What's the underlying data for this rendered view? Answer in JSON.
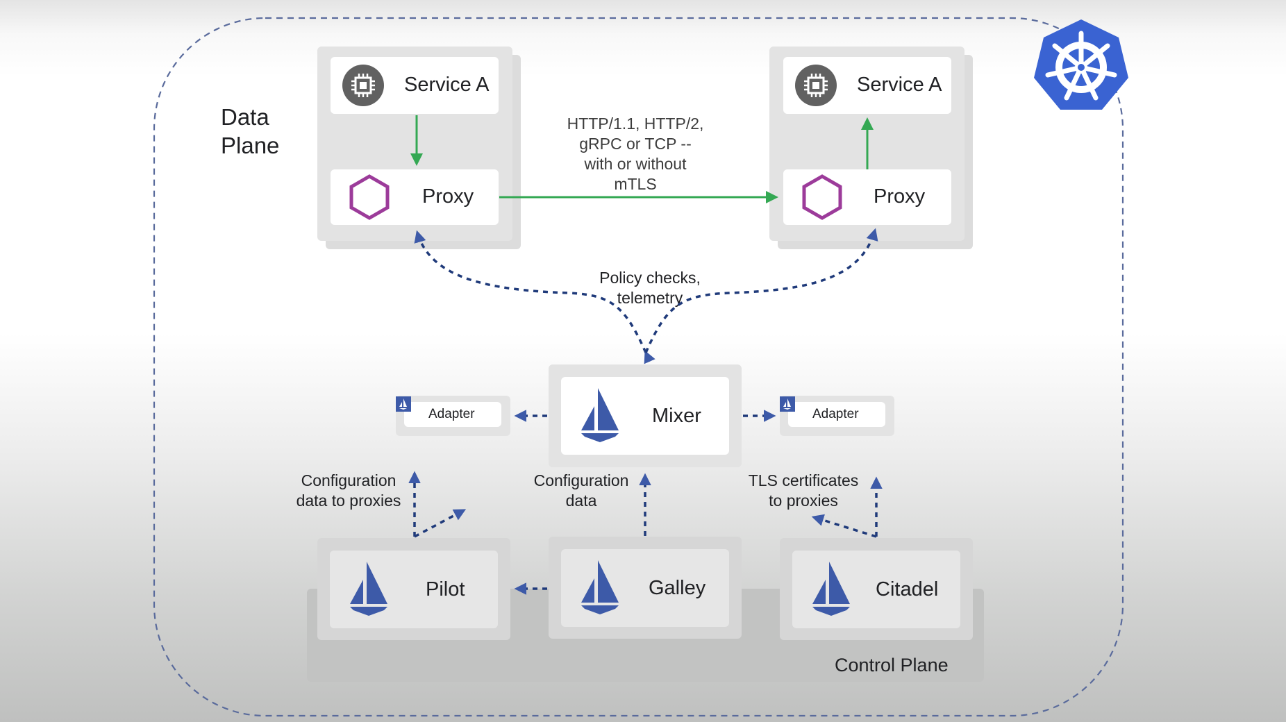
{
  "colors": {
    "accent_blue": "#3d5aa8",
    "k8s_blue": "#3a63d2",
    "arrow_green": "#34a853",
    "proxy_purple": "#9c3b9a",
    "chip_gray": "#616161",
    "dashed_border": "#5a6b9c"
  },
  "planes": {
    "data_plane_line1": "Data",
    "data_plane_line2": "Plane",
    "control_plane": "Control Plane"
  },
  "data_plane": {
    "left": {
      "service_label": "Service A",
      "service_icon": "chip-icon",
      "proxy_label": "Proxy",
      "proxy_icon": "hexagon-icon"
    },
    "right": {
      "service_label": "Service A",
      "service_icon": "chip-icon",
      "proxy_label": "Proxy",
      "proxy_icon": "hexagon-icon"
    },
    "protocol_note": [
      "HTTP/1.1, HTTP/2,",
      "gRPC or TCP --",
      "with or without",
      "mTLS"
    ]
  },
  "policy_note": [
    "Policy checks,",
    "telemetry"
  ],
  "mixer": {
    "label": "Mixer",
    "icon": "istio-sail-icon"
  },
  "adapters": [
    {
      "label": "Adapter",
      "icon": "istio-sail-icon"
    },
    {
      "label": "Adapter",
      "icon": "istio-sail-icon"
    }
  ],
  "control_components": [
    {
      "label": "Pilot",
      "icon": "istio-sail-icon"
    },
    {
      "label": "Galley",
      "icon": "istio-sail-icon"
    },
    {
      "label": "Citadel",
      "icon": "istio-sail-icon"
    }
  ],
  "annotations": {
    "pilot_note": [
      "Configuration",
      "data to proxies"
    ],
    "galley_note": [
      "Configuration",
      "data"
    ],
    "citadel_note": [
      "TLS certificates",
      "to proxies"
    ]
  },
  "logo": {
    "name": "kubernetes-logo"
  }
}
